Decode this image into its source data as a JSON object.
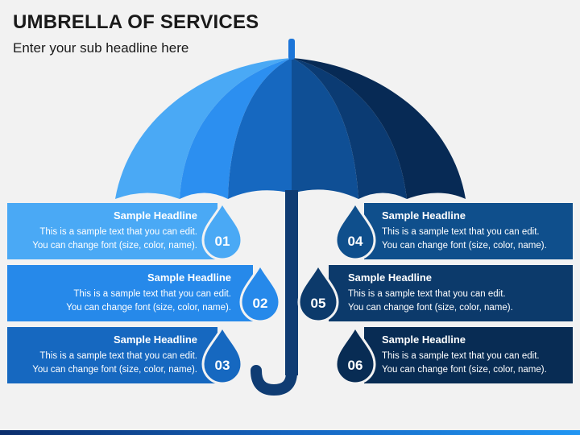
{
  "header": {
    "title": "UMBRELLA OF SERVICES",
    "subtitle": "Enter your sub headline here"
  },
  "colors": {
    "c01": "#4aa9f5",
    "c02": "#2689ea",
    "c03": "#1668c0",
    "c04": "#0f4f8c",
    "c05": "#0c3a6b",
    "c06": "#082c54",
    "handle": "#0f3c73",
    "background": "#f2f2f2"
  },
  "items": [
    {
      "number": "01",
      "headline": "Sample Headline",
      "line1": "This is a sample text that you can edit.",
      "line2": "You can change font (size, color, name)."
    },
    {
      "number": "02",
      "headline": "Sample Headline",
      "line1": "This is a sample text that you can edit.",
      "line2": "You can change font (size, color, name)."
    },
    {
      "number": "03",
      "headline": "Sample Headline",
      "line1": "This is a sample text that you can edit.",
      "line2": "You can change font (size, color, name)."
    },
    {
      "number": "04",
      "headline": "Sample Headline",
      "line1": "This is a sample text that you can edit.",
      "line2": "You can change font (size, color, name)."
    },
    {
      "number": "05",
      "headline": "Sample Headline",
      "line1": "This is a sample text that you can edit.",
      "line2": "You can change font (size, color, name)."
    },
    {
      "number": "06",
      "headline": "Sample Headline",
      "line1": "This is a sample text that you can edit.",
      "line2": "You can change font (size, color, name)."
    }
  ]
}
